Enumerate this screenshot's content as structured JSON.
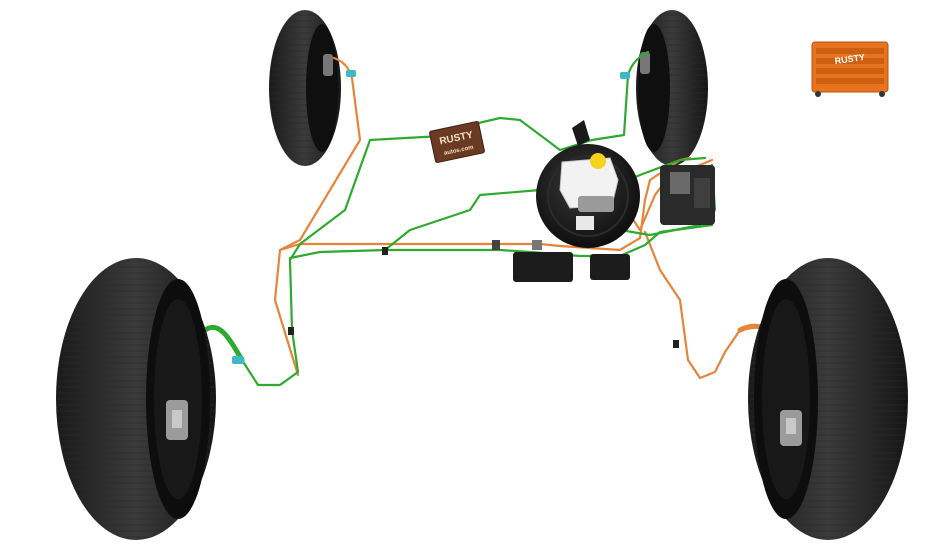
{
  "colors": {
    "background": "#ffffff",
    "tire": "#1f1f1f",
    "tire_tread": "#333333",
    "rim_shadow": "#0d0d0d",
    "line_green": "#2eaa2e",
    "line_orange": "#e8843a",
    "fitting_cyan": "#3fb8c8",
    "booster": "#1a1a1a",
    "reservoir": "#f2f2f2",
    "reservoir_cap": "#f5d21c",
    "sign_brown": "#6b3a22",
    "toolbox_orange": "#e8731e"
  },
  "logos": {
    "center_sign": {
      "line1": "RUSTY",
      "line2": "autos.com"
    },
    "toolbox": {
      "text": "RUSTY"
    }
  },
  "components": [
    {
      "name": "front-left-wheel",
      "icon": "tire-icon"
    },
    {
      "name": "front-right-wheel",
      "icon": "tire-icon"
    },
    {
      "name": "rear-left-wheel",
      "icon": "tire-icon"
    },
    {
      "name": "rear-right-wheel",
      "icon": "tire-icon"
    },
    {
      "name": "brake-booster",
      "icon": "booster-icon"
    },
    {
      "name": "master-cylinder",
      "icon": "reservoir-icon"
    },
    {
      "name": "abs-module",
      "icon": "module-icon"
    }
  ]
}
